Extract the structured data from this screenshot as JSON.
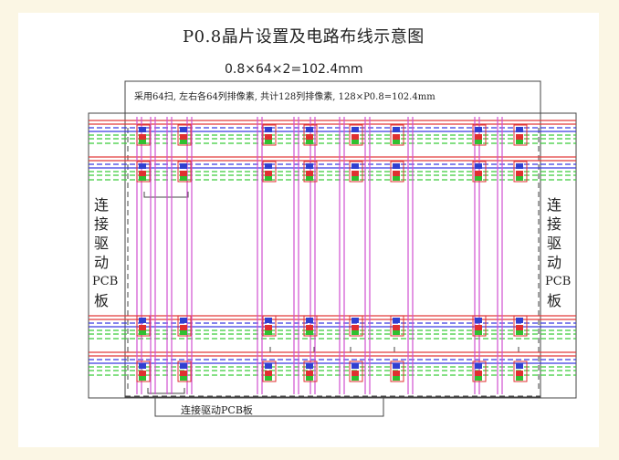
{
  "title": "P0.8晶片设置及电路布线示意图",
  "dimension_text": "0.8×64×2=102.4mm",
  "scan_note": "采用64扫, 左右各64列排像素, 共计128列排像素, 128×P0.8=102.4mm",
  "left_label": [
    "连",
    "接",
    "驱",
    "动",
    "PCB",
    "板"
  ],
  "right_label": [
    "连",
    "接",
    "驱",
    "动",
    "PCB",
    "板"
  ],
  "bottom_label": "连接驱动PCB板",
  "colors": {
    "red_line": "#e23a3a",
    "blue_line": "#3a3ae0",
    "green_line": "#3acc3a",
    "magenta_line": "#d050d0",
    "outline": "#444444",
    "chip_red": "#e03030",
    "chip_green": "#30c030",
    "chip_blue": "#3040d0"
  }
}
